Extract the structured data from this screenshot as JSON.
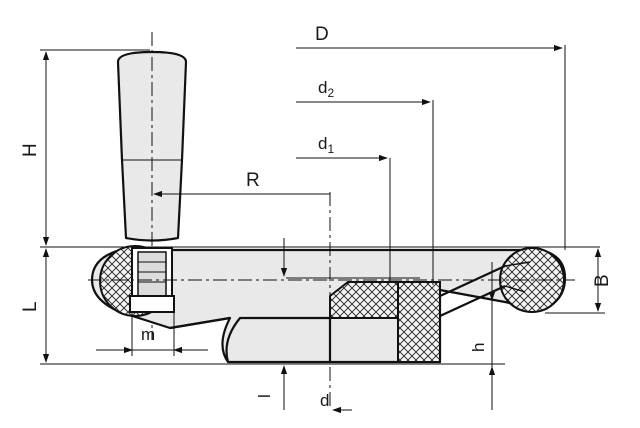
{
  "drawing": {
    "labels": {
      "D": "D",
      "d2_main": "d",
      "d2_sub": "2",
      "d1_main": "d",
      "d1_sub": "1",
      "R": "R",
      "H": "H",
      "L": "L",
      "B": "B",
      "m": "m",
      "h": "h",
      "l": "l",
      "d": "d"
    }
  }
}
